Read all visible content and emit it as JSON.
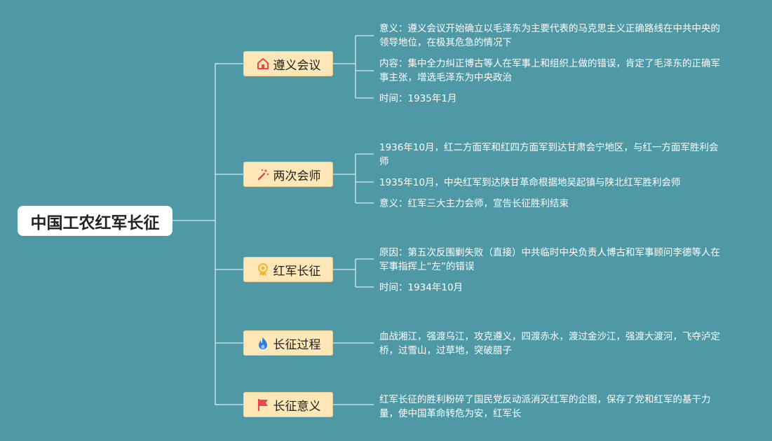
{
  "root": {
    "label": "中国工农红军长征"
  },
  "branches": [
    {
      "label": "遵义会议",
      "icon": "house-icon",
      "items": [
        "意义：遵义会议开始确立以毛泽东为主要代表的马克思主义正确路线在中共中央的领导地位，在极其危急的情况下",
        "内容：集中全力纠正博古等人在军事上和组织上做的错误，肯定了毛泽东的正确军事主张，增选毛泽东为中央政治",
        "时间：1935年1月"
      ]
    },
    {
      "label": "两次会师",
      "icon": "magic-wand-icon",
      "items": [
        "1936年10月，红二方面军和红四方面军到达甘肃会宁地区，与红一方面军胜利会师",
        "1935年10月，中央红军到达陕甘革命根据地吴起镇与陕北红军胜利会师",
        "意义：红军三大主力会师，宣告长征胜利结束"
      ]
    },
    {
      "label": "红军长征",
      "icon": "medal-icon",
      "items": [
        "原因：第五次反围剿失败（直接）中共临时中央负责人博古和军事顾问李德等人在军事指挥上“左”的错误",
        "时间：1934年10月"
      ]
    },
    {
      "label": "长征过程",
      "icon": "flame-icon",
      "items": [
        "血战湘江，强渡乌江，攻克遵义，四渡赤水，渡过金沙江，强渡大渡河，飞夺泸定桥，过雪山，过草地，突破腊子"
      ]
    },
    {
      "label": "长征意义",
      "icon": "flag-icon",
      "items": [
        "红军长征的胜利粉碎了国民党反动派消灭红军的企图，保存了党和红军的基干力量，使中国革命转危为安，红军长"
      ]
    }
  ],
  "colors": {
    "background": "#4e99a5",
    "branch_fill": "#fde7b7",
    "connector": "#d9ecef",
    "icon_red": "#e5484d",
    "icon_gold": "#f2b632",
    "icon_blue": "#2f7de1"
  }
}
